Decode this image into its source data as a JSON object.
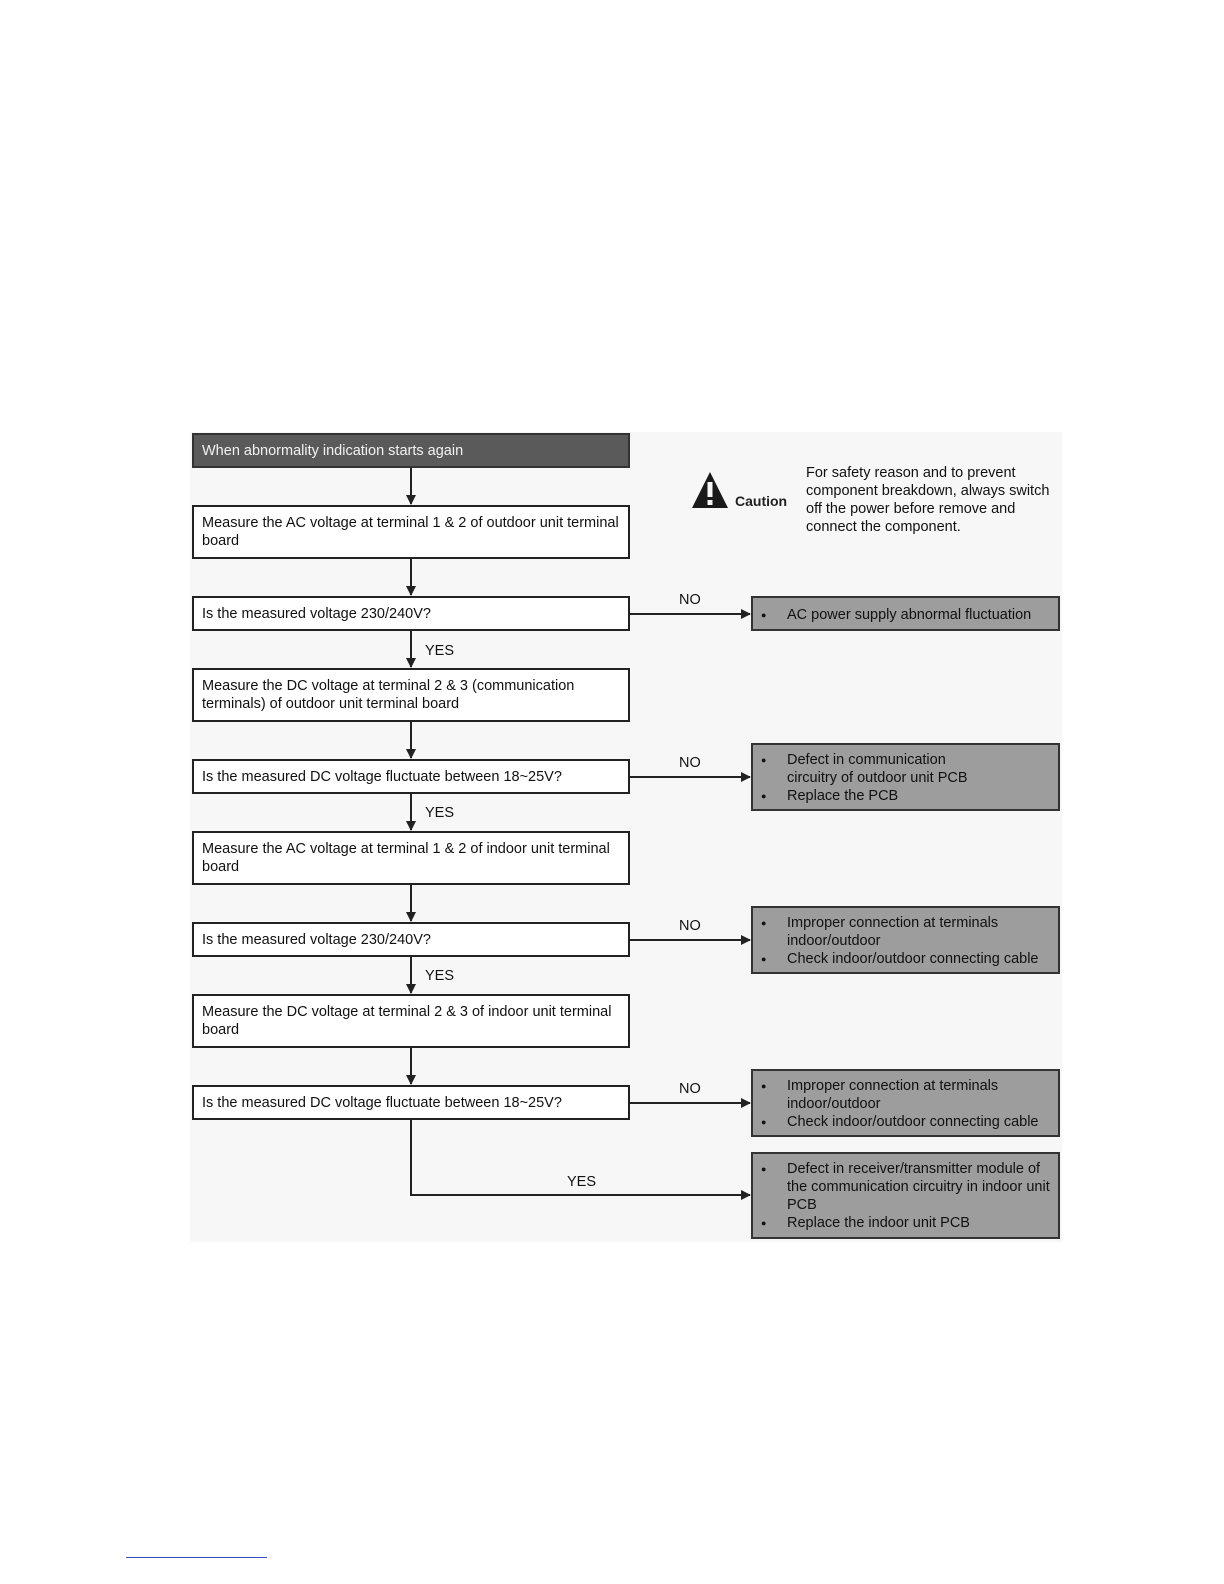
{
  "flowchart": {
    "start": "When abnormality indication starts again",
    "steps": [
      "Measure the AC voltage at terminal 1 & 2 of outdoor unit terminal board",
      "Is the measured voltage 230/240V?",
      "Measure the DC voltage at terminal 2 & 3 (communication terminals) of outdoor unit terminal board",
      "Is the measured DC voltage fluctuate between 18~25V?",
      "Measure the AC voltage at terminal 1 & 2 of indoor unit terminal board",
      "Is the measured voltage 230/240V?",
      "Measure the DC voltage at terminal 2 & 3 of indoor unit terminal board",
      "Is the measured DC voltage fluctuate between 18~25V?"
    ],
    "labels": {
      "yes": "YES",
      "no": "NO"
    },
    "results": [
      [
        "AC power supply abnormal fluctuation"
      ],
      [
        "Defect in communication circuitry of outdoor unit PCB",
        "Replace the PCB"
      ],
      [
        "Improper connection at terminals indoor/outdoor",
        "Check indoor/outdoor connecting cable"
      ],
      [
        "Improper connection at terminals indoor/outdoor",
        "Check indoor/outdoor connecting cable"
      ],
      [
        "Defect in receiver/transmitter module of the communication circuitry in indoor unit PCB",
        "Replace the indoor unit PCB"
      ]
    ]
  },
  "caution": {
    "icon": "warning-triangle-icon",
    "word": "Caution",
    "text": "For safety reason and to prevent component breakdown, always switch off the power before remove and connect the component."
  },
  "colors": {
    "start_fill": "#5a5a5a",
    "result_fill": "#9d9d9d",
    "line": "#222222",
    "footnote_rule": "#3a4ec9"
  }
}
